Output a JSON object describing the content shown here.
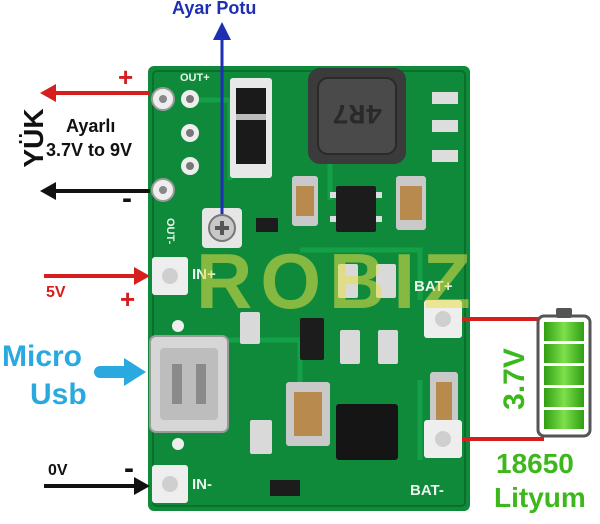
{
  "title": "Ayar Potu",
  "load": {
    "label": "YÜK",
    "desc_line1": "Ayarlı",
    "desc_line2": "3.7V to 9V",
    "plus": "+",
    "minus": "-"
  },
  "input": {
    "voltage": "5V",
    "plus": "+",
    "ground": "0V",
    "minus": "-"
  },
  "usb": {
    "line1": "Micro",
    "line2": "Usb"
  },
  "battery": {
    "voltage": "3.7V",
    "model": "18650",
    "type": "Lityum"
  },
  "board": {
    "out_plus": "OUT+",
    "out_minus": "OUT-",
    "in_plus": "IN+",
    "in_minus": "IN-",
    "bat_plus": "BAT+",
    "bat_minus": "BAT-",
    "inductor": "4R7",
    "watermark": "ROBIZ"
  },
  "colors": {
    "pcb": "#0f8a3a",
    "red_wire": "#d61e1e",
    "black_wire": "#111111",
    "blue_arrow": "#1f2fb3",
    "usb_text": "#2aa9e0",
    "battery_green": "#3db81c",
    "watermark": "#e7e04a"
  }
}
